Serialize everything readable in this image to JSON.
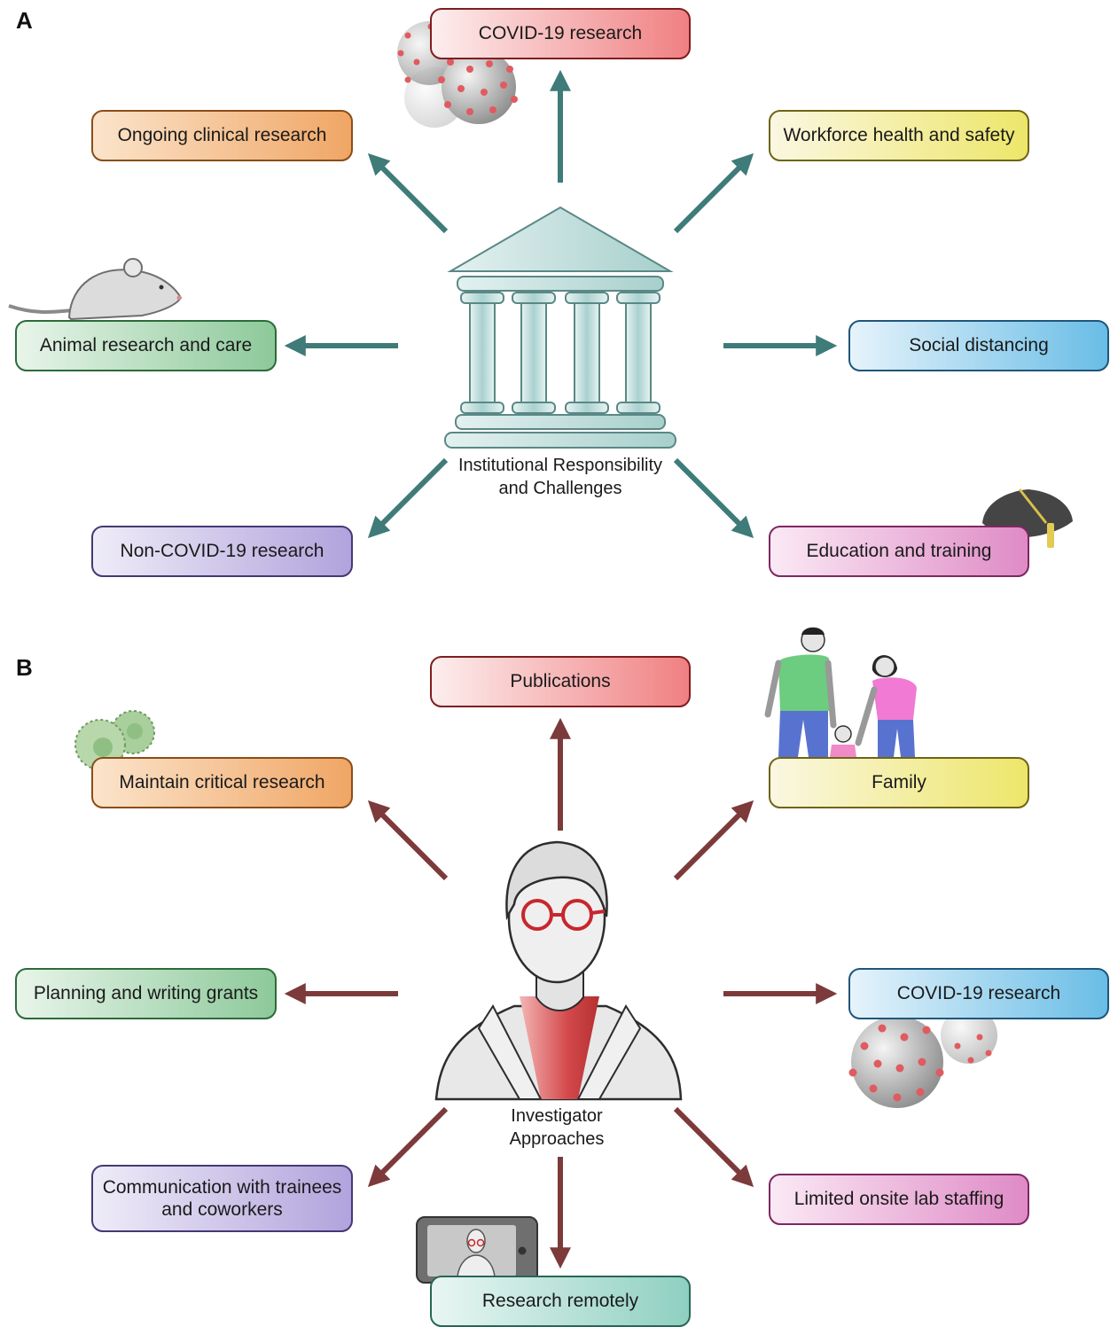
{
  "panel_a": {
    "label": "A",
    "center_line1": "Institutional Responsibility",
    "center_line2": "and Challenges",
    "arrow_color": "#3e7b79",
    "boxes": {
      "covid": "COVID-19 research",
      "ongoing_clinical": "Ongoing clinical research",
      "workforce": "Workforce health and safety",
      "animal": "Animal research and care",
      "social_distancing": "Social distancing",
      "non_covid": "Non-COVID-19 research",
      "education": "Education and training"
    }
  },
  "panel_b": {
    "label": "B",
    "center_line1": "Investigator",
    "center_line2": "Approaches",
    "arrow_color": "#7d3a3b",
    "boxes": {
      "publications": "Publications",
      "maintain": "Maintain critical research",
      "family": "Family",
      "grants": "Planning and writing grants",
      "covid": "COVID-19 research",
      "communication": "Communication with trainees and coworkers",
      "staffing": "Limited onsite lab staffing",
      "remote": "Research remotely"
    }
  },
  "icons": [
    "virus-icon",
    "mouse-icon",
    "graduation-cap-icon",
    "institution-icon",
    "family-icon",
    "investigator-icon",
    "tablet-icon",
    "cell-icon"
  ]
}
